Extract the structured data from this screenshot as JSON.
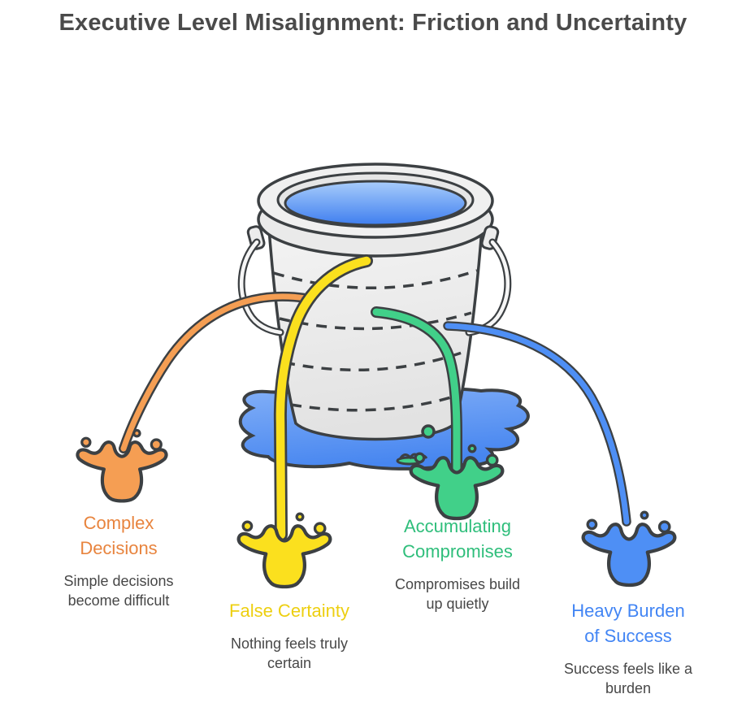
{
  "title": "Executive Level Misalignment: Friction and Uncertainty",
  "palette": {
    "outline": "#3C4043",
    "title_text": "#4A4A4A",
    "body_text": "#474747",
    "bucket_fill_top": "#F4F4F4",
    "bucket_fill_bottom": "#E2E2E2",
    "water_top": "#A9CDFB",
    "water_bottom": "#3E7EEF",
    "puddle_top": "#82AFF7",
    "puddle_bottom": "#4786F0"
  },
  "leaks": [
    {
      "id": "complex-decisions",
      "title": "Complex Decisions",
      "description": "Simple decisions become difficult",
      "color": "#E8843E",
      "fluid": "#F59E53"
    },
    {
      "id": "false-certainty",
      "title": "False Certainty",
      "description": "Nothing feels truly certain",
      "color": "#EDCF10",
      "fluid": "#FBE01E"
    },
    {
      "id": "accumulating-compromises",
      "title": "Accumulating Compromises",
      "description": "Compromises build up quietly",
      "color": "#2FBE7B",
      "fluid": "#41D089"
    },
    {
      "id": "heavy-burden-of-success",
      "title": "Heavy Burden of Success",
      "description": "Success feels like a burden",
      "color": "#4285F4",
      "fluid": "#4E8FF5"
    }
  ]
}
